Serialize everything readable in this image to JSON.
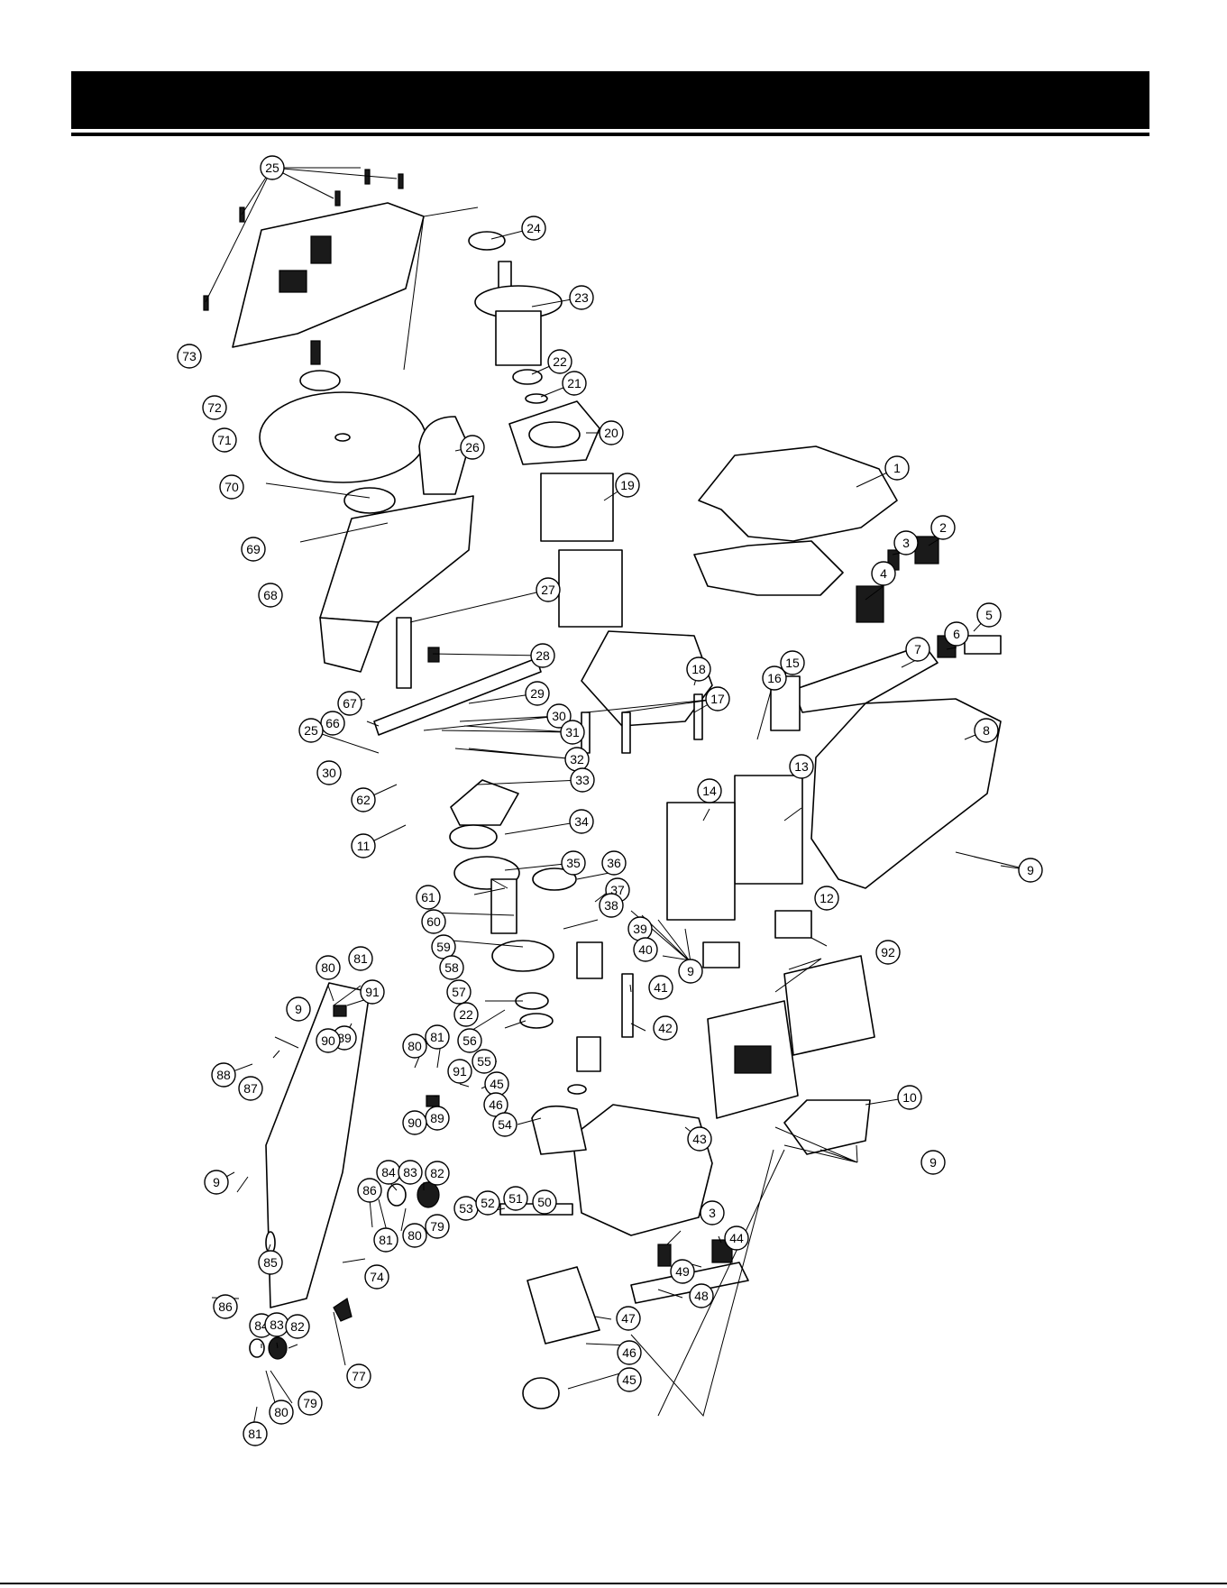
{
  "colors": {
    "ink": "#000000",
    "paper": "#ffffff"
  },
  "callouts": [
    {
      "id": "c25a",
      "label": "25"
    },
    {
      "id": "c24",
      "label": "24"
    },
    {
      "id": "c23",
      "label": "23"
    },
    {
      "id": "c73",
      "label": "73"
    },
    {
      "id": "c22a",
      "label": "22"
    },
    {
      "id": "c72",
      "label": "72"
    },
    {
      "id": "c21",
      "label": "21"
    },
    {
      "id": "c71",
      "label": "71"
    },
    {
      "id": "c20",
      "label": "20"
    },
    {
      "id": "c26",
      "label": "26"
    },
    {
      "id": "c70",
      "label": "70"
    },
    {
      "id": "c19",
      "label": "19"
    },
    {
      "id": "c1",
      "label": "1"
    },
    {
      "id": "c69",
      "label": "69"
    },
    {
      "id": "c2",
      "label": "2"
    },
    {
      "id": "c3a",
      "label": "3"
    },
    {
      "id": "c4",
      "label": "4"
    },
    {
      "id": "c68",
      "label": "68"
    },
    {
      "id": "c27",
      "label": "27"
    },
    {
      "id": "c5",
      "label": "5"
    },
    {
      "id": "c6",
      "label": "6"
    },
    {
      "id": "c28",
      "label": "28"
    },
    {
      "id": "c7",
      "label": "7"
    },
    {
      "id": "c29",
      "label": "29"
    },
    {
      "id": "c18",
      "label": "18"
    },
    {
      "id": "c15",
      "label": "15"
    },
    {
      "id": "c16",
      "label": "16"
    },
    {
      "id": "c30a",
      "label": "30"
    },
    {
      "id": "c67",
      "label": "67"
    },
    {
      "id": "c66",
      "label": "66"
    },
    {
      "id": "c17",
      "label": "17"
    },
    {
      "id": "c8",
      "label": "8"
    },
    {
      "id": "c31",
      "label": "31"
    },
    {
      "id": "c25b",
      "label": "25"
    },
    {
      "id": "c32",
      "label": "32"
    },
    {
      "id": "c30b",
      "label": "30"
    },
    {
      "id": "c33",
      "label": "33"
    },
    {
      "id": "c13",
      "label": "13"
    },
    {
      "id": "c62",
      "label": "62"
    },
    {
      "id": "c34",
      "label": "34"
    },
    {
      "id": "c14",
      "label": "14"
    },
    {
      "id": "c11",
      "label": "11"
    },
    {
      "id": "c35",
      "label": "35"
    },
    {
      "id": "c36",
      "label": "36"
    },
    {
      "id": "c61",
      "label": "61"
    },
    {
      "id": "c9a",
      "label": "9"
    },
    {
      "id": "c37",
      "label": "37"
    },
    {
      "id": "c60",
      "label": "60"
    },
    {
      "id": "c38",
      "label": "38"
    },
    {
      "id": "c12",
      "label": "12"
    },
    {
      "id": "c59",
      "label": "59"
    },
    {
      "id": "c39",
      "label": "39"
    },
    {
      "id": "c40",
      "label": "40"
    },
    {
      "id": "c9b",
      "label": "9"
    },
    {
      "id": "c58",
      "label": "58"
    },
    {
      "id": "c92",
      "label": "92"
    },
    {
      "id": "c81a",
      "label": "81"
    },
    {
      "id": "c80a",
      "label": "80"
    },
    {
      "id": "c57",
      "label": "57"
    },
    {
      "id": "c41",
      "label": "41"
    },
    {
      "id": "c91a",
      "label": "91"
    },
    {
      "id": "c22b",
      "label": "22"
    },
    {
      "id": "c56",
      "label": "56"
    },
    {
      "id": "c9c",
      "label": "9"
    },
    {
      "id": "c89a",
      "label": "89"
    },
    {
      "id": "c90a",
      "label": "90"
    },
    {
      "id": "c42",
      "label": "42"
    },
    {
      "id": "c81b",
      "label": "81"
    },
    {
      "id": "c80b",
      "label": "80"
    },
    {
      "id": "c55",
      "label": "55"
    },
    {
      "id": "c88",
      "label": "88"
    },
    {
      "id": "c87",
      "label": "87"
    },
    {
      "id": "c91b",
      "label": "91"
    },
    {
      "id": "c45a",
      "label": "45"
    },
    {
      "id": "c46a",
      "label": "46"
    },
    {
      "id": "c89b",
      "label": "89"
    },
    {
      "id": "c90b",
      "label": "90"
    },
    {
      "id": "c54",
      "label": "54"
    },
    {
      "id": "c10",
      "label": "10"
    },
    {
      "id": "c43",
      "label": "43"
    },
    {
      "id": "c9d",
      "label": "9"
    },
    {
      "id": "c86a",
      "label": "86"
    },
    {
      "id": "c84a",
      "label": "84"
    },
    {
      "id": "c83a",
      "label": "83"
    },
    {
      "id": "c82a",
      "label": "82"
    },
    {
      "id": "c9e",
      "label": "9"
    },
    {
      "id": "c53",
      "label": "53"
    },
    {
      "id": "c52",
      "label": "52"
    },
    {
      "id": "c51",
      "label": "51"
    },
    {
      "id": "c50",
      "label": "50"
    },
    {
      "id": "c79a",
      "label": "79"
    },
    {
      "id": "c80c",
      "label": "80"
    },
    {
      "id": "c81c",
      "label": "81"
    },
    {
      "id": "c3b",
      "label": "3"
    },
    {
      "id": "c44",
      "label": "44"
    },
    {
      "id": "c85",
      "label": "85"
    },
    {
      "id": "c74",
      "label": "74"
    },
    {
      "id": "c49",
      "label": "49"
    },
    {
      "id": "c48",
      "label": "48"
    },
    {
      "id": "c86b",
      "label": "86"
    },
    {
      "id": "c47",
      "label": "47"
    },
    {
      "id": "c77",
      "label": "77"
    },
    {
      "id": "c46b",
      "label": "46"
    },
    {
      "id": "c84b",
      "label": "84"
    },
    {
      "id": "c83b",
      "label": "83"
    },
    {
      "id": "c82b",
      "label": "82"
    },
    {
      "id": "c45b",
      "label": "45"
    },
    {
      "id": "c79b",
      "label": "79"
    },
    {
      "id": "c80d",
      "label": "80"
    },
    {
      "id": "c81d",
      "label": "81"
    }
  ]
}
